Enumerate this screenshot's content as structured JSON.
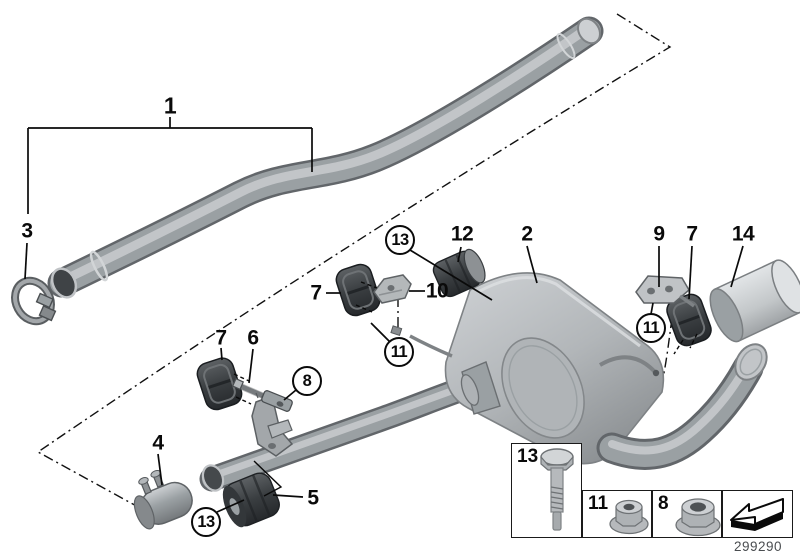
{
  "document": {
    "number": "299290"
  },
  "colors": {
    "background": "#ffffff",
    "line": "#0a0a0a",
    "metal_light": "#c9cccf",
    "metal_mid": "#9aa0a3",
    "metal_dark": "#6b6f72",
    "rubber_dark": "#35393c",
    "chrome": "#d7dadc"
  },
  "callouts": [
    {
      "label": "1",
      "circled": false
    },
    {
      "label": "3",
      "circled": false
    },
    {
      "label": "13",
      "circled": true
    },
    {
      "label": "12",
      "circled": false
    },
    {
      "label": "2",
      "circled": false
    },
    {
      "label": "9",
      "circled": false
    },
    {
      "label": "7",
      "circled": false
    },
    {
      "label": "14",
      "circled": false
    },
    {
      "label": "7",
      "circled": false
    },
    {
      "label": "7",
      "circled": false
    },
    {
      "label": "6",
      "circled": false
    },
    {
      "label": "10",
      "circled": false
    },
    {
      "label": "8",
      "circled": true
    },
    {
      "label": "11",
      "circled": true
    },
    {
      "label": "11",
      "circled": true
    },
    {
      "label": "4",
      "circled": false
    },
    {
      "label": "13",
      "circled": true
    },
    {
      "label": "5",
      "circled": false
    }
  ],
  "legend": {
    "boxes": [
      {
        "label": "13",
        "icon": "hex-bolt"
      },
      {
        "label": "11",
        "icon": "flange-nut"
      },
      {
        "label": "8",
        "icon": "flange-nut-large"
      },
      {
        "label": "",
        "icon": "direction-of-travel-arrow"
      }
    ]
  }
}
